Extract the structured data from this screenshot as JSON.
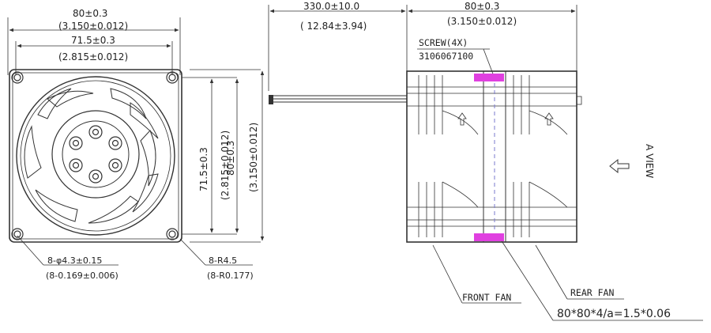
{
  "front_view": {
    "width_dim": "80±0.3",
    "width_dim_in": "(3.150±0.012)",
    "hole_spacing_dim": "71.5±0.3",
    "hole_spacing_dim_in": "(2.815±0.012)",
    "v_hole_spacing": "71.5±0.3",
    "v_hole_spacing_in": "(2.815±0.012)",
    "height_dim": "80±0.3",
    "height_dim_in": "(3.150±0.012)",
    "hole_callout": "8-φ4.3±0.15",
    "hole_callout_in": "(8-0.169±0.006)",
    "radius_callout": "8-R4.5",
    "radius_callout_in": "(8-R0.177)"
  },
  "side_view": {
    "lead_length": "330.0±10.0",
    "lead_length_in": "( 12.84±3.94)",
    "depth_dim": "80±0.3",
    "depth_dim_in": "(3.150±0.012)",
    "screw_label": "SCREW(4X)",
    "screw_part": "3106067100",
    "front_fan": "FRONT FAN",
    "rear_fan": "REAR FAN",
    "spec": "80*80*4/a=1.5*0.06",
    "view_label": "A VIEW"
  },
  "colors": {
    "line": "#333333",
    "screw": "#e040e0",
    "dash": "#7a7acc"
  }
}
